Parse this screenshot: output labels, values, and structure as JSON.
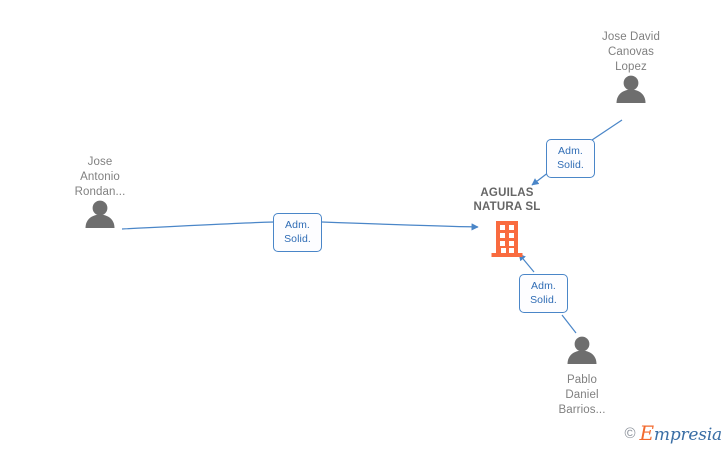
{
  "diagram": {
    "title": "AGUILAS NATURA SL corporate relationship chart",
    "background_color": "#ffffff",
    "edge_color": "#4a86c8",
    "company_icon_color": "#f96b3f",
    "person_icon_color": "#6e6e6e",
    "label_text_color": "#808080"
  },
  "company": {
    "name": "AGUILAS NATURA SL",
    "name_lines": "AGUILAS\nNATURA SL",
    "icon": "office-building-icon"
  },
  "people": [
    {
      "id": "jose-david-canovas-lopez",
      "name": "Jose David Canovas Lopez",
      "name_lines": "Jose David\nCanovas\nLopez",
      "icon": "person-icon",
      "position": "top-right"
    },
    {
      "id": "jose-antonio-rondan",
      "name": "Jose Antonio Rondan...",
      "name_lines": "Jose\nAntonio\nRondan...",
      "icon": "person-icon",
      "position": "left"
    },
    {
      "id": "pablo-daniel-barrios",
      "name": "Pablo Daniel Barrios...",
      "name_lines": "Pablo\nDaniel\nBarrios...",
      "icon": "person-icon",
      "position": "bottom-right"
    }
  ],
  "relations": [
    {
      "id": "rel-canovas",
      "label": "Adm. Solid.",
      "label_lines": "Adm.\nSolid.",
      "from": "jose-david-canovas-lopez",
      "to": "company"
    },
    {
      "id": "rel-rondan",
      "label": "Adm. Solid.",
      "label_lines": "Adm.\nSolid.",
      "from": "jose-antonio-rondan",
      "to": "company"
    },
    {
      "id": "rel-barrios",
      "label": "Adm. Solid.",
      "label_lines": "Adm.\nSolid.",
      "from": "pablo-daniel-barrios",
      "to": "company"
    }
  ],
  "watermark": {
    "copyright": "©",
    "brand_first_letter": "E",
    "brand_rest": "mpresia",
    "brand": "Empresia"
  }
}
